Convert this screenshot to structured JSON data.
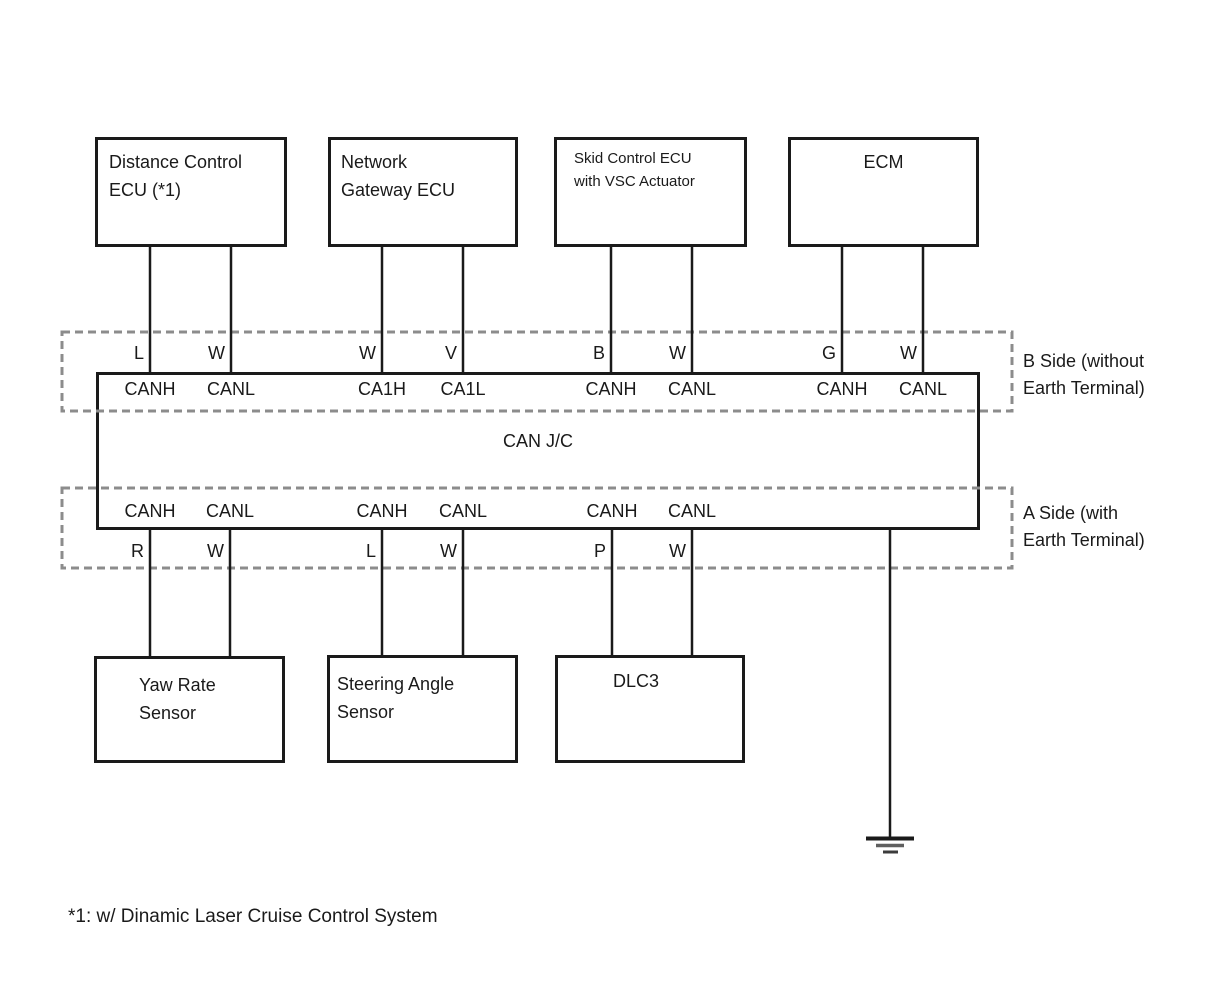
{
  "devices": {
    "top": [
      {
        "line1": "Distance Control",
        "line2": "ECU (*1)"
      },
      {
        "line1": "Network",
        "line2": "Gateway ECU"
      },
      {
        "line1": "Skid Control ECU",
        "line2": "with VSC Actuator"
      },
      {
        "line1": "ECM",
        "line2": ""
      }
    ],
    "bottom": [
      {
        "line1": "Yaw Rate",
        "line2": "Sensor"
      },
      {
        "line1": "Steering Angle",
        "line2": "Sensor"
      },
      {
        "line1": "DLC3",
        "line2": ""
      }
    ]
  },
  "junction": {
    "label": "CAN J/C"
  },
  "b_side": {
    "region_label_line1": "B Side (without",
    "region_label_line2": "Earth Terminal)",
    "wire_colors": [
      "L",
      "W",
      "W",
      "V",
      "B",
      "W",
      "G",
      "W"
    ],
    "pins": [
      "CANH",
      "CANL",
      "CA1H",
      "CA1L",
      "CANH",
      "CANL",
      "CANH",
      "CANL"
    ]
  },
  "a_side": {
    "region_label_line1": "A Side (with",
    "region_label_line2": "Earth Terminal)",
    "wire_colors": [
      "R",
      "W",
      "L",
      "W",
      "P",
      "W"
    ],
    "pins": [
      "CANH",
      "CANL",
      "CANH",
      "CANL",
      "CANH",
      "CANL"
    ]
  },
  "footnote": "*1: w/ Dinamic Laser Cruise Control System",
  "colors": {
    "line": "#1a1a1a",
    "dash": "#8c8c8c",
    "background": "#ffffff"
  }
}
